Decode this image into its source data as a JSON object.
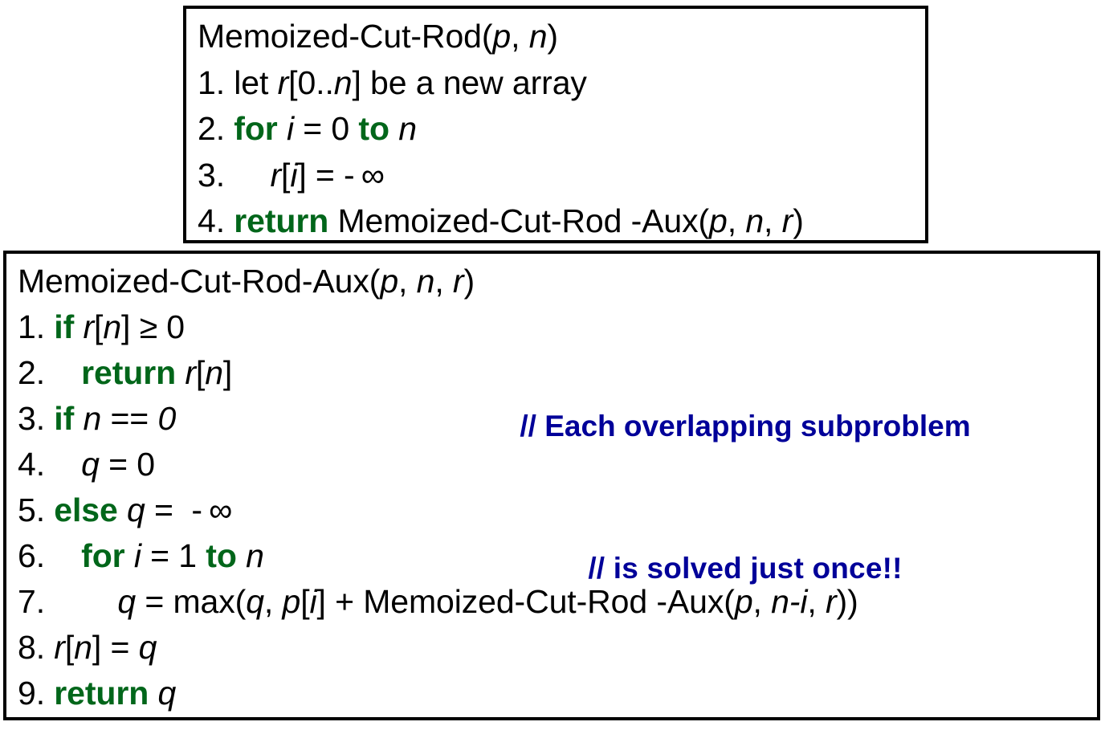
{
  "document": {
    "type": "pseudocode-slide",
    "colors": {
      "keyword_green": "#00661a",
      "comment_blue": "#000099",
      "text_black": "#000000",
      "border_black": "#000000",
      "background_white": "#ffffff"
    }
  },
  "box_main": {
    "title": "Memoized-Cut-Rod(p, n)",
    "title_parts": {
      "name": "Memoized-Cut-Rod(",
      "arg1": "p",
      "sep1": ", ",
      "arg2": "n",
      "close": ")"
    },
    "lines": [
      {
        "number": "1.",
        "indent": 0,
        "text": "let r[0..n] be a new array",
        "parts": {
          "pre": " let ",
          "var1": "r",
          "mid": "[0..",
          "var2": "n",
          "post": "] be a new array"
        }
      },
      {
        "number": "2.",
        "indent": 0,
        "text": "for i = 0 to n",
        "parts": {
          "kw1": "for",
          "var1": "i",
          "eq": "= 0",
          "kw2": "to",
          "var2": "n"
        }
      },
      {
        "number": "3.",
        "indent": 1,
        "text": "r[i] = - ∞",
        "parts": {
          "var1": "r",
          "br1": "[",
          "var2": "i",
          "br2": "]",
          "post": " = - ∞"
        }
      },
      {
        "number": "4.",
        "indent": 0,
        "text": "return Memoized-Cut-Rod -Aux(p, n, r)",
        "parts": {
          "kw": "return",
          "call": " Memoized-Cut-Rod -Aux(",
          "arg1": "p",
          "s1": ", ",
          "arg2": "n",
          "s2": ", ",
          "arg3": "r",
          "close": ")"
        }
      }
    ]
  },
  "box_aux": {
    "title": "Memoized-Cut-Rod-Aux(p, n, r)",
    "title_parts": {
      "name": "Memoized-Cut-Rod-Aux(",
      "arg1": "p",
      "s1": ", ",
      "arg2": "n",
      "s2": ", ",
      "arg3": "r",
      "close": ")"
    },
    "lines": [
      {
        "number": "1.",
        "text": "if r[n] ≥ 0",
        "parts": {
          "kw": "if",
          "var1": "r",
          "br1": "[",
          "var2": "n",
          "post": "] ≥ 0"
        }
      },
      {
        "number": "2.",
        "text": "return r[n]",
        "parts": {
          "kw": "return",
          "var1": "r",
          "br1": "[",
          "var2": "n",
          "br2": "]"
        }
      },
      {
        "number": "3.",
        "text": "if n == 0",
        "parts": {
          "kw": "if",
          "var1": "n",
          "op": " == ",
          "num": "0"
        }
      },
      {
        "number": "4.",
        "text": "q = 0",
        "parts": {
          "var1": "q",
          "post": " = 0"
        }
      },
      {
        "number": "5.",
        "text": "else q =  - ∞",
        "parts": {
          "kw": "else",
          "var1": "q",
          "post": " =  - ∞"
        }
      },
      {
        "number": "6.",
        "text": "for i = 1 to n",
        "parts": {
          "kw1": "for",
          "var1": "i",
          "eq": "= 1",
          "kw2": "to",
          "var2": "n"
        }
      },
      {
        "number": "7.",
        "text": "q = max(q, p[i] + Memoized-Cut-Rod -Aux(p, n-i, r))",
        "parts": {
          "var1": "q",
          "t1": " = max(",
          "var2": "q",
          "t2": ", ",
          "var3": "p",
          "t3": "[",
          "var4": "i",
          "t4": "] + Memoized-Cut-Rod -Aux(",
          "var5": "p",
          "t5": ", ",
          "var6": "n-i",
          "t6": ", ",
          "var7": "r",
          "t7": "))"
        }
      },
      {
        "number": "8.",
        "text": "r[n] = q",
        "parts": {
          "var1": "r",
          "br1": "[",
          "var2": "n",
          "br2": "] = ",
          "var3": "q"
        }
      },
      {
        "number": "9.",
        "text": "return q",
        "parts": {
          "kw": "return",
          "var1": "q"
        }
      }
    ]
  },
  "comment": {
    "line1": "// Each overlapping subproblem",
    "line2": "// is solved just once!!"
  }
}
